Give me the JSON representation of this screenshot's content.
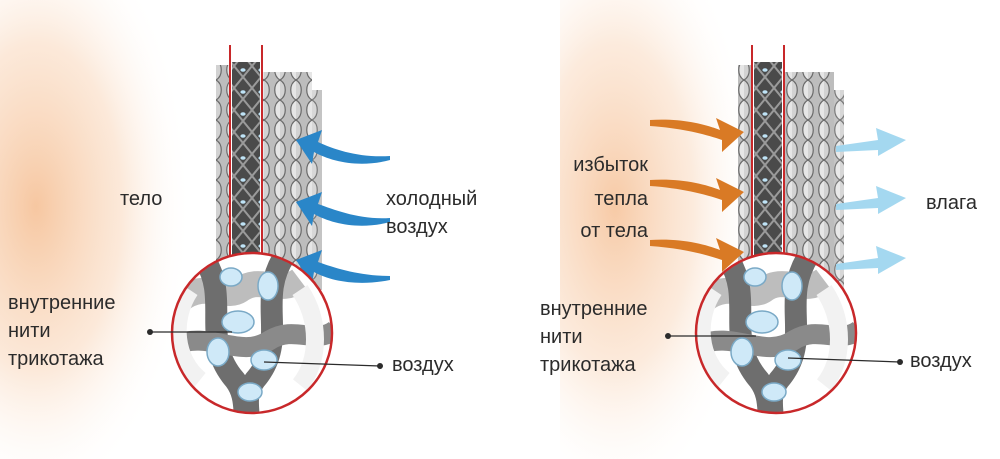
{
  "left_panel": {
    "body_label": "тело",
    "cold_air_label_line1": "холодный",
    "cold_air_label_line2": "воздух",
    "threads_label_line1": "внутренние",
    "threads_label_line2": "нити",
    "threads_label_line3": "трикотажа",
    "air_label": "воздух"
  },
  "right_panel": {
    "excess_heat_line1": "избыток",
    "excess_heat_line2": "тепла",
    "excess_heat_line3": "от тела",
    "moisture_label": "влага",
    "threads_label_line1": "внутренние",
    "threads_label_line2": "нити",
    "threads_label_line3": "трикотажа",
    "air_label": "воздух"
  },
  "colors": {
    "body_glow": "#f6c49c",
    "red_line": "#c8282a",
    "cold_air_arrow": "#2a86c8",
    "heat_arrow": "#d97a25",
    "moisture_arrow": "#9fd6ef",
    "knit_dark": "#555555",
    "knit_light": "#d9d9d9",
    "air_bubble": "#cfe9f8"
  }
}
